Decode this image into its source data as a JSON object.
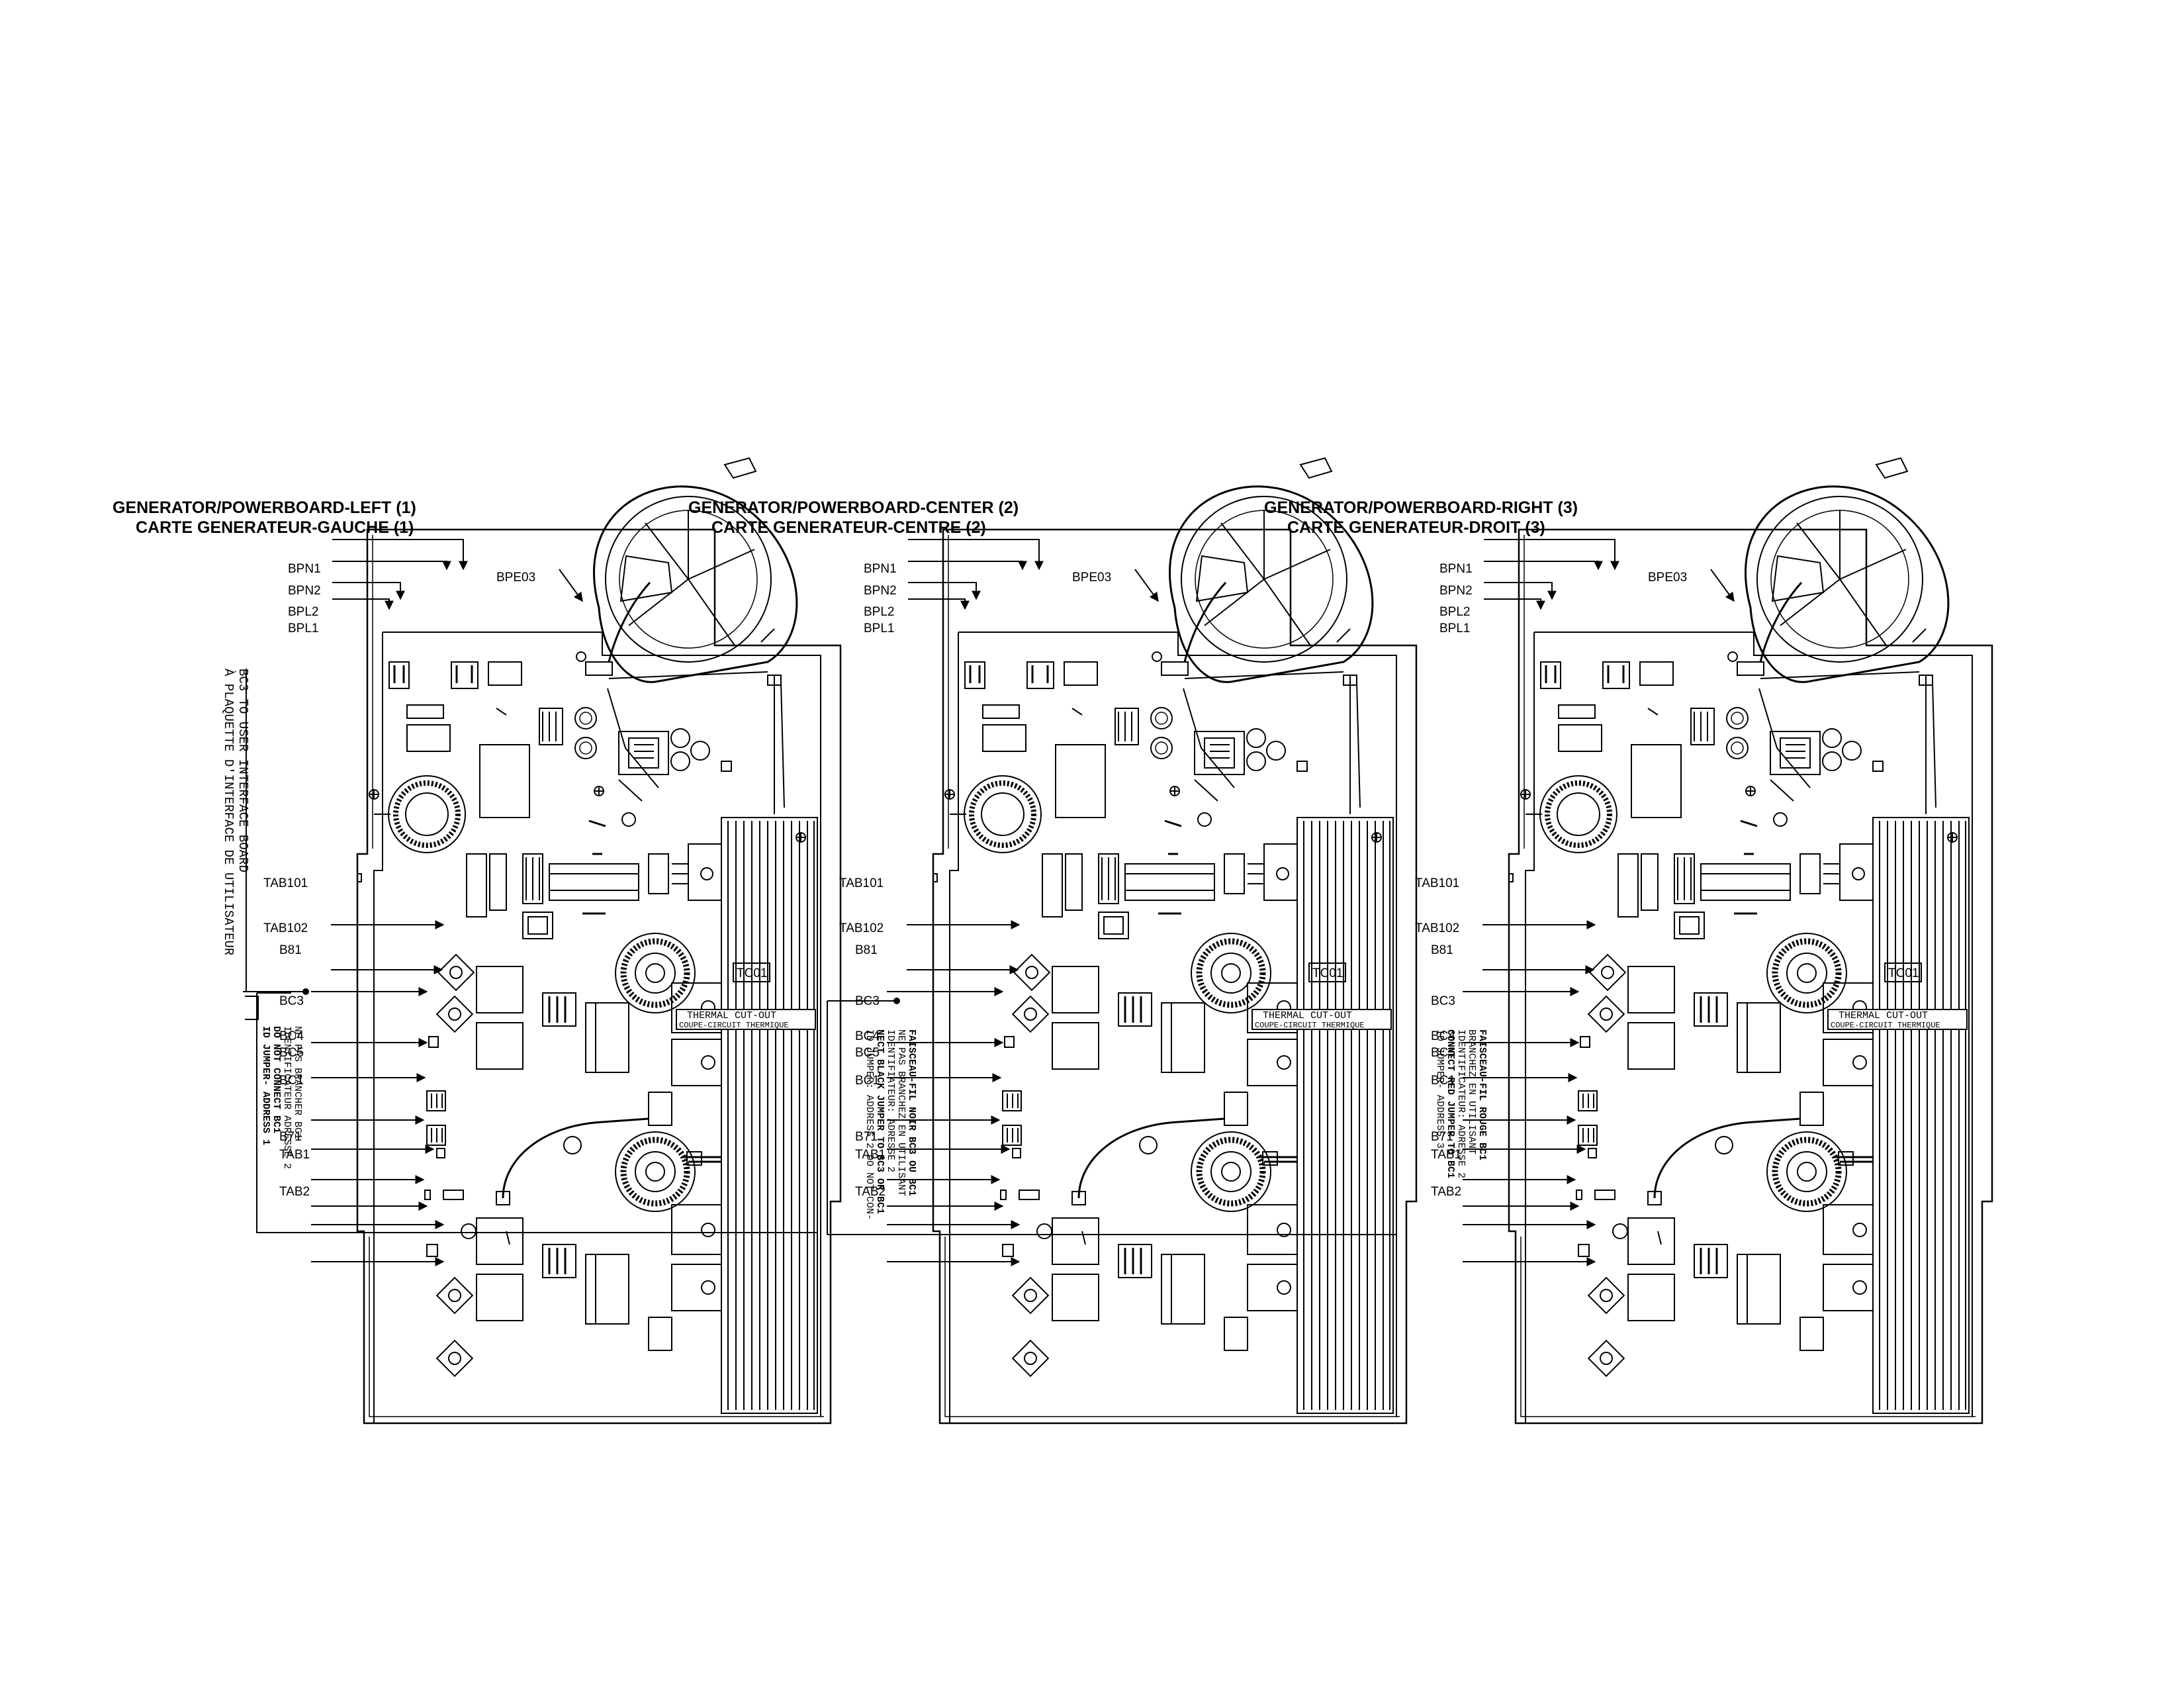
{
  "boards": [
    {
      "title1": "GENERATOR/POWERBOARD-LEFT (1)",
      "title2": "CARTE GENERATEUR-GAUCHE (1)",
      "labels": {
        "bpn1": "BPN1",
        "bpn2": "BPN2",
        "bpl2": "BPL2",
        "bpl1": "BPL1",
        "bpe03": "BPE03",
        "tab101": "TAB101",
        "tab102": "TAB102",
        "b81": "B81",
        "bc3": "BC3",
        "bc4": "BC4",
        "bc5": "BC5",
        "bc1": "BC1",
        "b71": "B71",
        "tab1": "TAB1",
        "tab2": "TAB2",
        "tc01": "TC01"
      },
      "thermal_1": "THERMAL CUT-OUT",
      "thermal_2": "COUPE-CIRCUIT THERMIQUE",
      "note_lines": [
        "ID JUMPER- ADDRESS 1",
        "DO NOT CONNECT BC1",
        "IDENTIFICATEUR ADRESSE 2",
        "NE PAS BRANCHER BC1"
      ]
    },
    {
      "title1": "GENERATOR/POWERBOARD-CENTER (2)",
      "title2": "CARTE GENERATEUR-CENTRE (2)",
      "labels": {
        "bpn1": "BPN1",
        "bpn2": "BPN2",
        "bpl2": "BPL2",
        "bpl1": "BPL1",
        "bpe03": "BPE03",
        "tab101": "TAB101",
        "tab102": "TAB102",
        "b81": "B81",
        "bc3": "BC3",
        "bc4": "BC4",
        "bc5": "BC5",
        "bc1": "BC1",
        "b71": "B71",
        "tab1": "TAB1",
        "tab2": "TAB2",
        "tc01": "TC01"
      },
      "thermal_1": "THERMAL CUT-OUT",
      "thermal_2": "COUPE-CIRCUIT THERMIQUE",
      "note_lines": [
        "ID JUMPER: ADDRESS 2 DO NOT CON-",
        "NECT BLACK JUMPER TO BC3 OR BC1",
        "IDENTIFIATEUR: ADRESSE 2",
        "NE PAS BRANCHEZ EN UTILISANT",
        "FAISCEAU-FIL NOIR BC3 OU BC1"
      ]
    },
    {
      "title1": "GENERATOR/POWERBOARD-RIGHT (3)",
      "title2": "CARTE GENERATEUR-DROIT (3)",
      "labels": {
        "bpn1": "BPN1",
        "bpn2": "BPN2",
        "bpl2": "BPL2",
        "bpl1": "BPL1",
        "bpe03": "BPE03",
        "tab101": "TAB101",
        "tab102": "TAB102",
        "b81": "B81",
        "bc3": "BC3",
        "bc4": "BC4",
        "bc5": "BC5",
        "bc1": "BC1",
        "b71": "B71",
        "tab1": "TAB1",
        "tab2": "TAB2",
        "tc01": "TC01"
      },
      "thermal_1": "THERMAL CUT-OUT",
      "thermal_2": "COUPE-CIRCUIT THERMIQUE",
      "note_lines": [
        "ID JUMPER- ADDRESS 3",
        "CONNECT RED JUMPER TO BC1",
        "IDENTIFICATEUR: ADRESSE 2",
        "BRANCHEZ EN UTILISANT",
        "FAISCEAU-FIL ROUGE BC1"
      ]
    }
  ],
  "side_note": {
    "line1": "BC3 TO USER INTERFACE BOARD",
    "line2": "À PLAQUETTE D'INTERFACE DE UTILISATEUR"
  }
}
